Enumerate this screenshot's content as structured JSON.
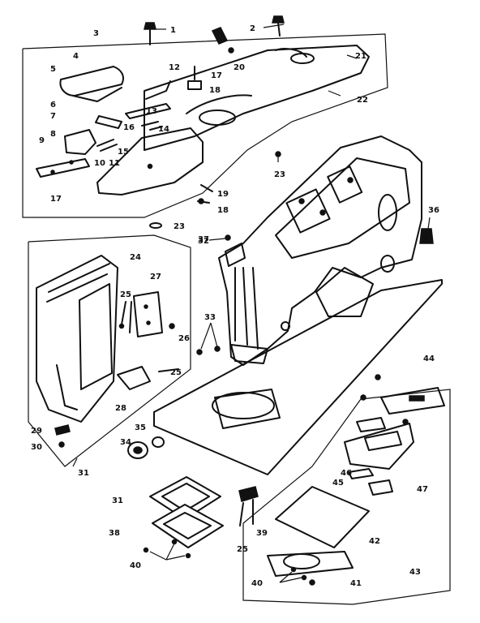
{
  "diagram": {
    "callouts": {
      "c1": "1",
      "c2": "2",
      "c3": "3",
      "c4": "4",
      "c5": "5",
      "c6": "6",
      "c7": "7",
      "c8": "8",
      "c9": "9",
      "c10": "10",
      "c11": "11",
      "c12": "12",
      "c13": "13",
      "c14": "14",
      "c15": "15",
      "c16": "16",
      "c17": "17",
      "c17b": "17",
      "c18": "18",
      "c18b": "18",
      "c19": "19",
      "c20": "20",
      "c21": "21",
      "c22": "22",
      "c23": "23",
      "c23b": "23",
      "c24": "24",
      "c25": "25",
      "c25b": "25",
      "c25c": "25",
      "c26": "26",
      "c27": "27",
      "c28": "28",
      "c29": "29",
      "c30": "30",
      "c31": "31",
      "c31b": "31",
      "c32": "32",
      "c33": "33",
      "c34": "34",
      "c35": "35",
      "c36": "36",
      "c37": "37",
      "c38": "38",
      "c39": "39",
      "c40": "40",
      "c40b": "40",
      "c41": "41",
      "c42": "42",
      "c43": "43",
      "c44": "44",
      "c45": "45",
      "c46": "46",
      "c47": "47"
    }
  }
}
